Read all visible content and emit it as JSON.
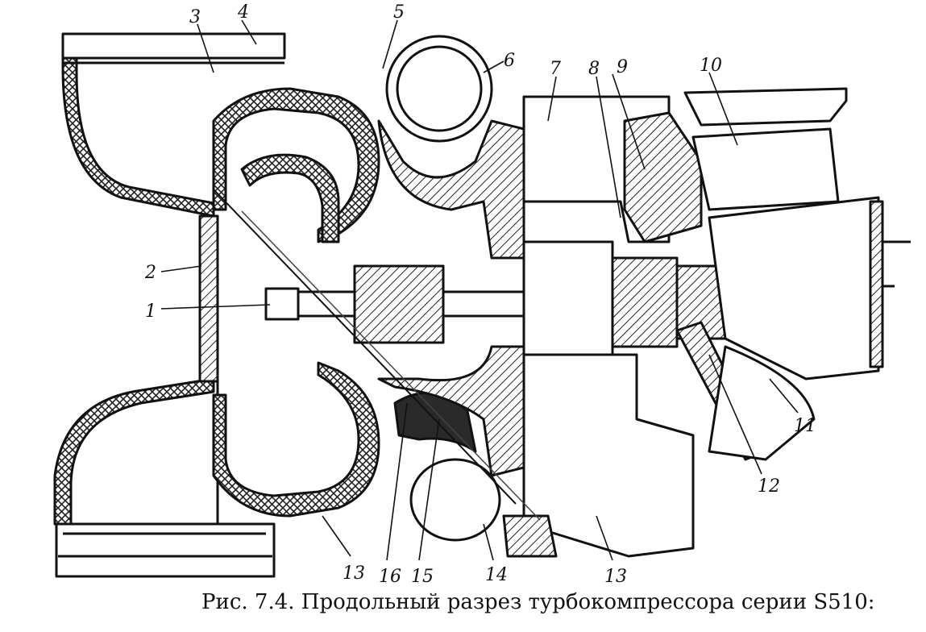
{
  "figure": {
    "caption": "Рис. 7.4. Продольный разрез турбокомпрессора серии S510:",
    "labels": {
      "n1": "1",
      "n2": "2",
      "n3": "3",
      "n4": "4",
      "n5": "5",
      "n6": "6",
      "n7": "7",
      "n8": "8",
      "n9": "9",
      "n10": "10",
      "n11": "11",
      "n12": "12",
      "n13a": "13",
      "n13b": "13",
      "n14": "14",
      "n15": "15",
      "n16": "16"
    }
  }
}
